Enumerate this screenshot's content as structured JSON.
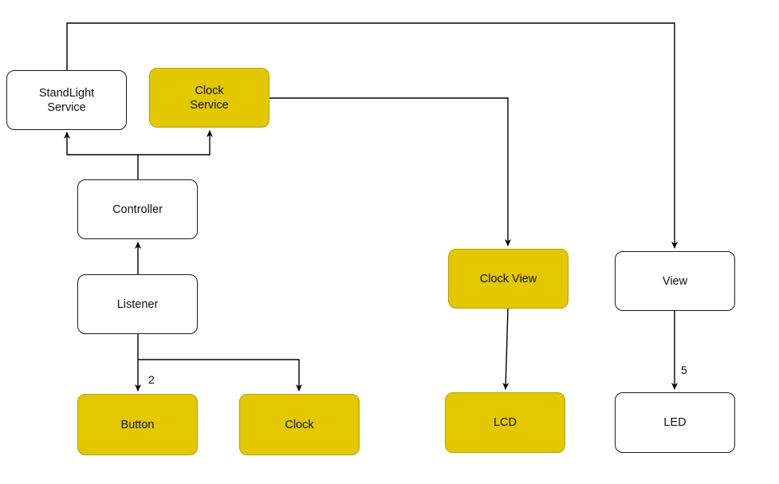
{
  "diagram": {
    "colors": {
      "highlight_fill": "#e3c800",
      "highlight_border": "#b7a100",
      "plain_fill": "#ffffff",
      "stroke": "#1a1a1a"
    },
    "nodes": {
      "standlight_service": {
        "label": "StandLight\nService",
        "highlighted": false
      },
      "clock_service": {
        "label": "Clock\nService",
        "highlighted": true
      },
      "controller": {
        "label": "Controller",
        "highlighted": false
      },
      "listener": {
        "label": "Listener",
        "highlighted": false
      },
      "button": {
        "label": "Button",
        "highlighted": true
      },
      "clock": {
        "label": "Clock",
        "highlighted": true
      },
      "clock_view": {
        "label": "Clock View",
        "highlighted": true
      },
      "lcd": {
        "label": "LCD",
        "highlighted": true
      },
      "view": {
        "label": "View",
        "highlighted": false
      },
      "led": {
        "label": "LED",
        "highlighted": false
      }
    },
    "edges": [
      {
        "from": "controller",
        "to": "standlight_service"
      },
      {
        "from": "controller",
        "to": "clock_service"
      },
      {
        "from": "listener",
        "to": "controller"
      },
      {
        "from": "listener",
        "to": "button",
        "label": "2"
      },
      {
        "from": "listener",
        "to": "clock"
      },
      {
        "from": "clock_service",
        "to": "clock_view"
      },
      {
        "from": "standlight_service",
        "to": "view"
      },
      {
        "from": "clock_view",
        "to": "lcd"
      },
      {
        "from": "view",
        "to": "led",
        "label": "5"
      }
    ],
    "edge_labels": {
      "listener_button": "2",
      "view_led": "5"
    }
  }
}
